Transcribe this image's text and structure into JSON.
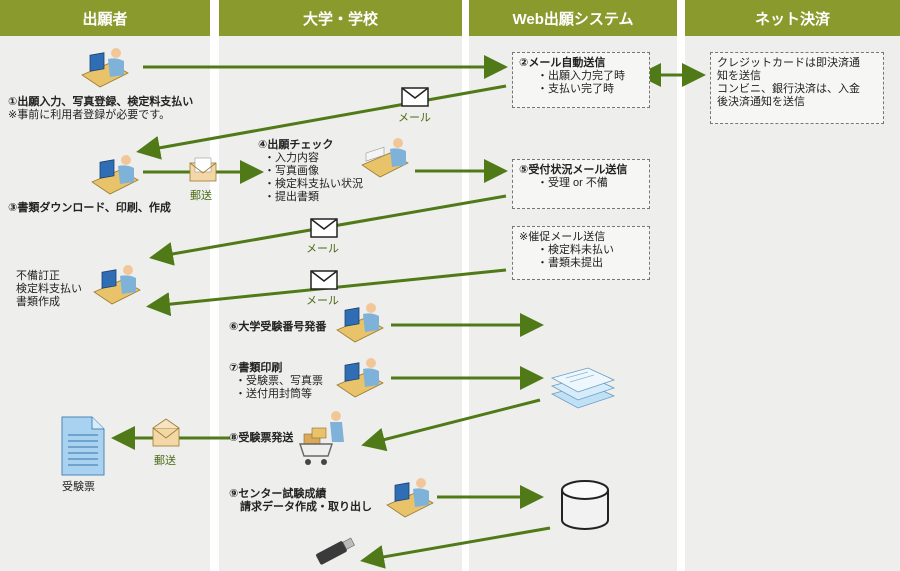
{
  "lanes": [
    "出願者",
    "大学・学校",
    "Web出願システム",
    "ネット決済"
  ],
  "steps": {
    "s1": {
      "title": "①出願入力、写真登録、検定料支払い",
      "note": "※事前に利用者登録が必要です。"
    },
    "s2": {
      "title": "②メール自動送信",
      "items": [
        "出願入力完了時",
        "支払い完了時"
      ]
    },
    "pay": {
      "text": [
        "クレジットカードは即決済通",
        "知を送信",
        "コンビニ、銀行決済は、入金",
        "後決済通知を送信"
      ]
    },
    "s3": {
      "title": "③書類ダウンロード、印刷、作成"
    },
    "s4": {
      "title": "④出願チェック",
      "items": [
        "入力内容",
        "写真画像",
        "検定料支払い状況",
        "提出書類"
      ]
    },
    "s5": {
      "title": "⑤受付状況メール送信",
      "items": [
        "受理 or 不備"
      ]
    },
    "remind": {
      "title": "※催促メール送信",
      "items": [
        "検定料未払い",
        "書類未提出"
      ]
    },
    "defect": {
      "lines": [
        "不備訂正",
        "検定料支払い",
        "書類作成"
      ]
    },
    "s6": {
      "title": "⑥大学受験番号発番"
    },
    "s7": {
      "title": "⑦書類印刷",
      "items": [
        "受験票、写真票",
        "送付用封筒等"
      ]
    },
    "s8": {
      "title": "⑧受験票発送"
    },
    "s9": {
      "title": "⑨センター試験成績",
      "sub": "請求データ作成・取り出し"
    },
    "ticket": "受験票"
  },
  "labels": {
    "mail": "メール",
    "post": "郵送"
  },
  "colors": {
    "header": "#8a9a2c",
    "arrow": "#4f7a17",
    "lane": "#eeeeec"
  }
}
